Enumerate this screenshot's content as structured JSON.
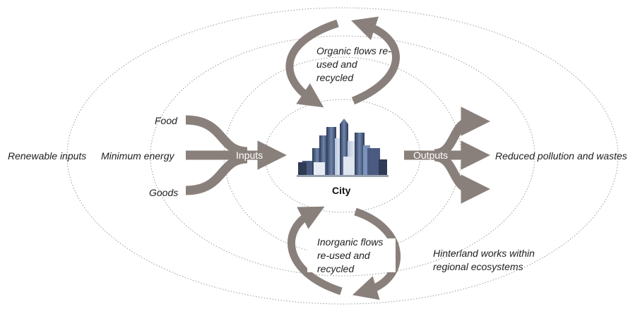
{
  "labels": {
    "renewable_inputs": "Renewable inputs",
    "food": "Food",
    "minimum_energy": "Minimum energy",
    "goods": "Goods",
    "inputs": "Inputs",
    "outputs": "Outputs",
    "city": "City",
    "organic_flows": "Organic flows re-used and recycled",
    "inorganic_flows": "Inorganic flows re-used and recycled",
    "reduced_pollution": "Reduced pollution and wastes",
    "hinterland": "Hinterland works within regional ecosystems"
  },
  "colors": {
    "arrow": "#8a807b",
    "ring": "#9a9a9a",
    "building_dark": "#3d4a66",
    "building_light": "#8fa6c8",
    "text": "#1e1e1e"
  }
}
